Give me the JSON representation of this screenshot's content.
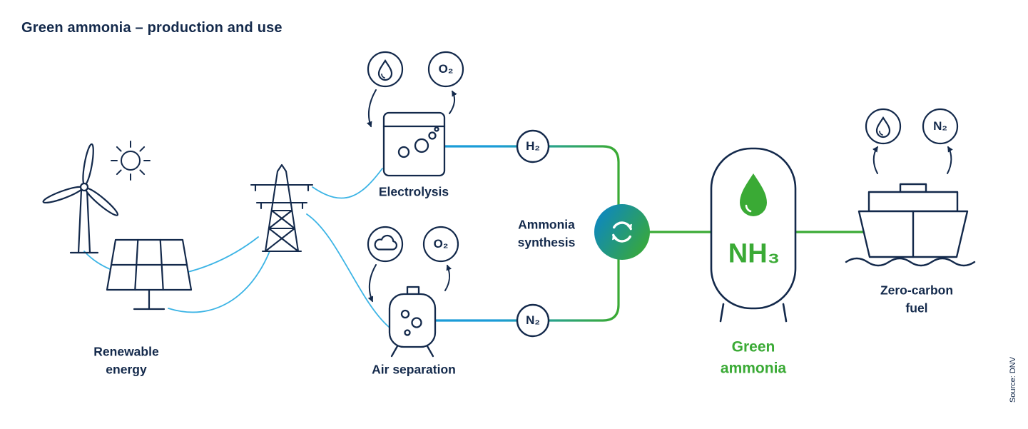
{
  "title": "Green ammonia – production and use",
  "source": "Source: DNV",
  "colors": {
    "navy": "#13294b",
    "light_blue": "#3cb4e5",
    "flow_blue": "#1b9cd8",
    "green": "#3aaa35"
  },
  "icons": {
    "renewable": [
      "wind-turbine",
      "sun",
      "solar-panel",
      "power-transmission-tower"
    ],
    "electrolysis": [
      "water-droplet-in",
      "o2-out"
    ],
    "air_separation": [
      "air-cloud-in",
      "o2-out"
    ],
    "synthesis": "recycle-arrows",
    "storage": "tank-with-green-droplet",
    "use": [
      "ship",
      "water-droplet-out",
      "n2-out"
    ]
  },
  "stages": {
    "renewable": {
      "label": "Renewable\nenergy"
    },
    "electrolysis": {
      "label": "Electrolysis"
    },
    "air_separation": {
      "label": "Air separation"
    },
    "synthesis": {
      "label": "Ammonia\nsynthesis"
    },
    "storage": {
      "formula": "NH₃",
      "label": "Green\nammonia"
    },
    "ship": {
      "label": "Zero-carbon\nfuel"
    }
  },
  "gases": {
    "h2": "H₂",
    "n2": "N₂",
    "o2_electrolysis": "O₂",
    "o2_air": "O₂",
    "n2_ship": "N₂"
  }
}
